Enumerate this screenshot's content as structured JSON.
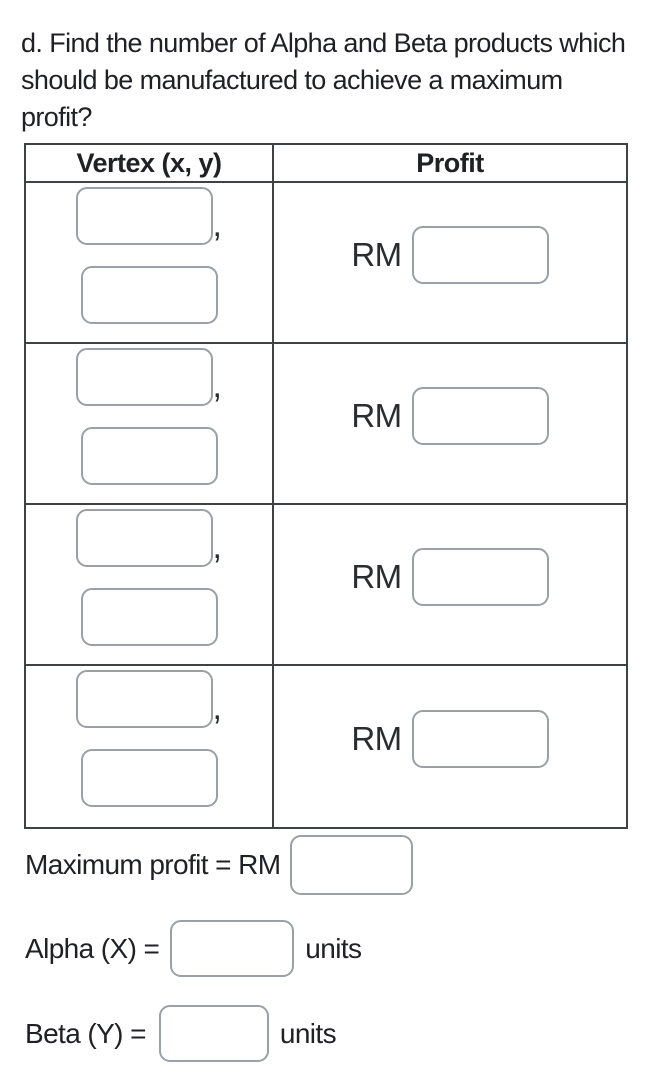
{
  "question": {
    "lines": [
      "d. Find the number of Alpha and Beta products which",
      "should be manufactured to achieve a maximum",
      "profit?"
    ],
    "full_text": "d. Find the number of Alpha and Beta products which should be manufactured to achieve a maximum profit?"
  },
  "table": {
    "headers": {
      "vertex": "Vertex (x, y)",
      "profit": "Profit"
    },
    "currency_label": "RM",
    "coordinate_separator": ",",
    "rows": [
      {
        "vertex_x": "",
        "vertex_y": "",
        "profit": ""
      },
      {
        "vertex_x": "",
        "vertex_y": "",
        "profit": ""
      },
      {
        "vertex_x": "",
        "vertex_y": "",
        "profit": ""
      },
      {
        "vertex_x": "",
        "vertex_y": "",
        "profit": ""
      }
    ]
  },
  "summary": {
    "max_profit_label": "Maximum profit = RM",
    "max_profit_value": "",
    "alpha_label": "Alpha (X) =",
    "alpha_value": "",
    "alpha_units_label": "units",
    "beta_label": "Beta (Y) =",
    "beta_value": "",
    "beta_units_label": "units"
  },
  "colors": {
    "background": "#ffffff",
    "text": "#202124",
    "table_border": "#3f4245",
    "input_border": "#9aa0a6"
  }
}
